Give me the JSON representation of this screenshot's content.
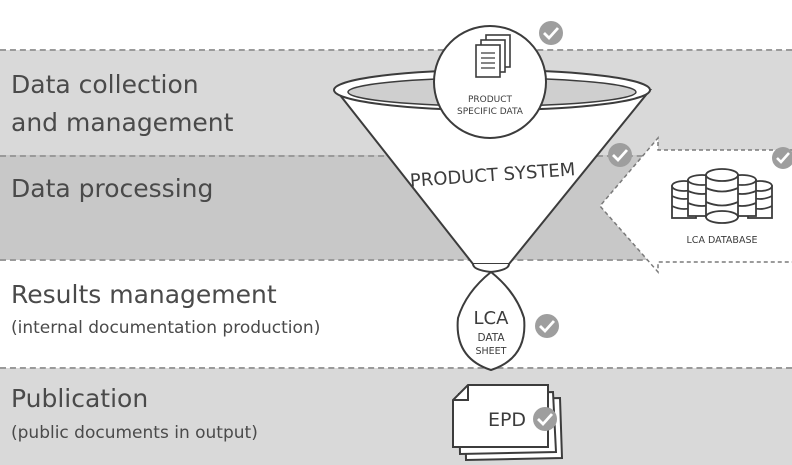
{
  "stages": [
    {
      "title_line1": "Data collection",
      "title_line2": "and management"
    },
    {
      "title": "Data processing"
    },
    {
      "title": "Results management",
      "subtitle": "(internal documentation production)"
    },
    {
      "title": "Publication",
      "subtitle": "(public documents in output)"
    }
  ],
  "nodes": {
    "product_data": {
      "line1": "PRODUCT",
      "line2": "SPECIFIC DATA",
      "icon": "documents-icon"
    },
    "product_system": {
      "label": "PRODUCT SYSTEM"
    },
    "lca_database": {
      "label": "LCA DATABASE",
      "icon": "database-icon"
    },
    "lca_sheet": {
      "line1": "LCA",
      "line2": "DATA",
      "line3": "SHEET"
    },
    "epd": {
      "label": "EPD",
      "icon": "document-stack-icon"
    }
  },
  "colors": {
    "band_light": "#ffffff",
    "band_grey": "#d9d9d9",
    "check_badge": "#9e9e9e",
    "outline": "#3c3c3c"
  }
}
